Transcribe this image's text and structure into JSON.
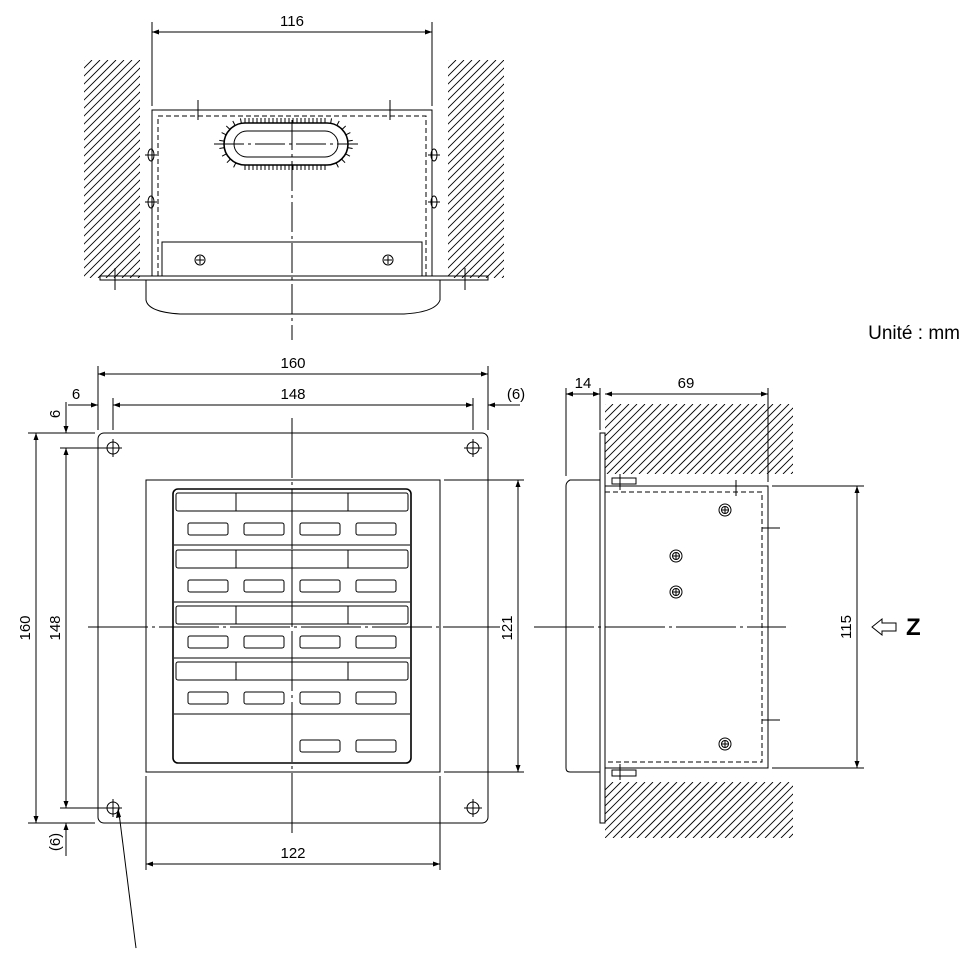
{
  "unit_label": "Unité : mm",
  "view_label": "Z",
  "top_view": {
    "width_dim": "116"
  },
  "front_view": {
    "overall_width": "160",
    "hole_pitch_width": "148",
    "edge_offset_left": "6",
    "edge_offset_right": "(6)",
    "overall_height": "160",
    "hole_pitch_height": "148",
    "edge_offset_top": "6",
    "edge_offset_bottom": "(6)",
    "bezel_height": "121",
    "bezel_width": "122"
  },
  "side_view": {
    "flange_depth": "14",
    "body_depth": "69",
    "body_height": "115"
  }
}
